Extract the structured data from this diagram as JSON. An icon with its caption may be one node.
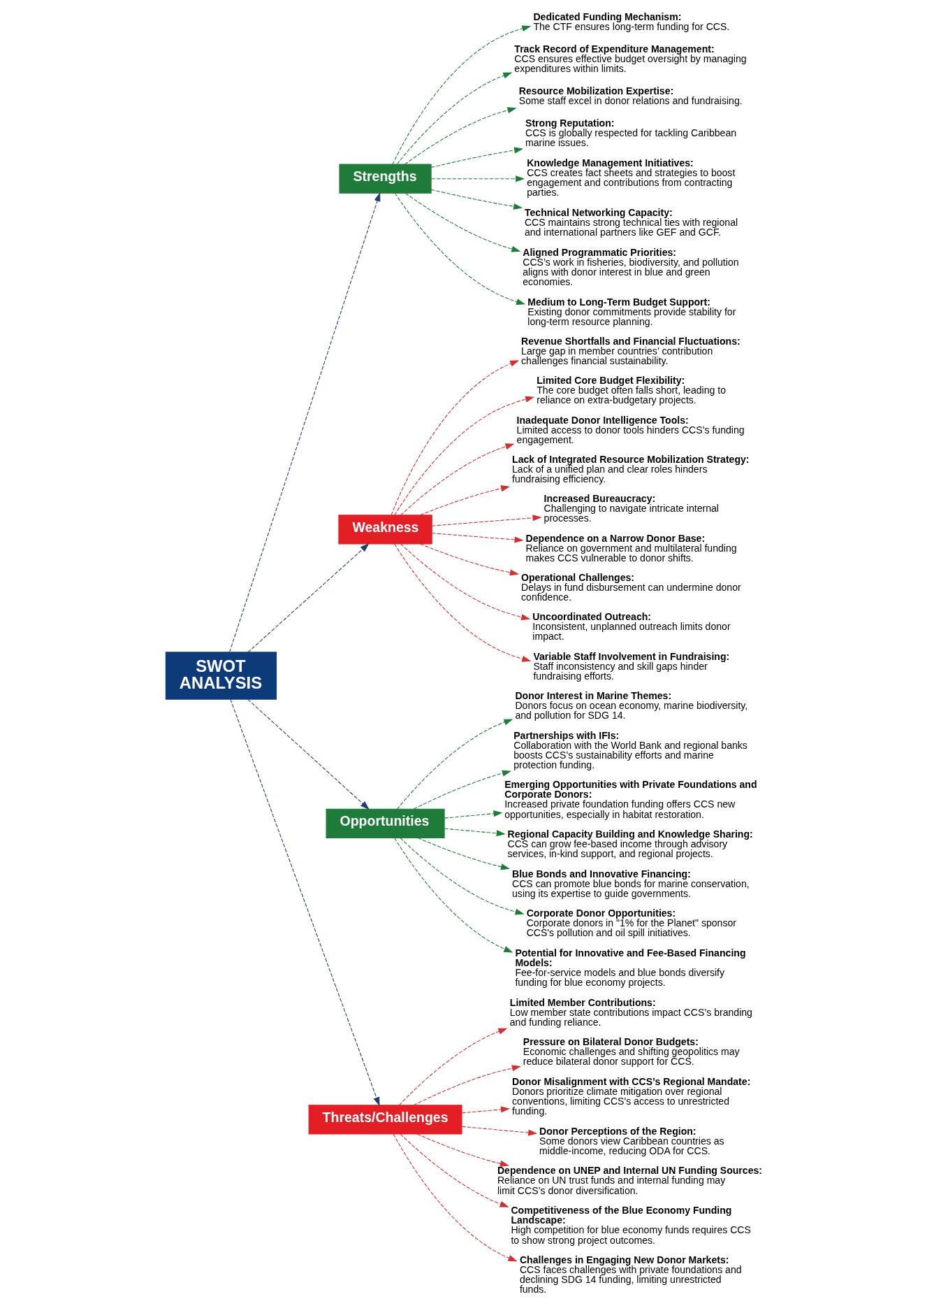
{
  "diagram": {
    "nodes": [
      {
        "text": [
          "Strengths"
        ]
      },
      {
        "text": [
          "Dedicated Funding Mechanism:",
          "The CTF ensures long-term funding for CCS."
        ]
      },
      {
        "text": [
          "Track Record of Expenditure Management:",
          "CCS ensures effective budget oversight by managing expenditures within limits."
        ]
      },
      {
        "text": [
          "Resource Mobilization Expertise:",
          "Some staff excel in donor relations and fundraising."
        ]
      },
      {
        "text": [
          "Strong Reputation:",
          "CCS is globally respected for tackling Caribbean marine issues."
        ]
      },
      {
        "text": [
          "Knowledge Management Initiatives:",
          "CCS creates fact sheets and strategies to boost engagement and contributions from contracting parties."
        ]
      },
      {
        "text": [
          "Technical Networking Capacity:",
          "CCS maintains strong technical ties with regional and international partners like GEF and GCF."
        ]
      },
      {
        "text": [
          "Aligned Programmatic Priorities:",
          "CCS’s work in fisheries, biodiversity, and pollution aligns with donor interest in blue and green economies."
        ]
      },
      {
        "text": [
          "Medium to Long-Term Budget Support:",
          "Existing donor commitments provide stability for long-term resource planning."
        ]
      },
      {
        "text": [
          "Weakness"
        ]
      },
      {
        "text": [
          "Revenue Shortfalls and Financial Fluctuations:",
          "Large gap in member countries’ contribution challenges financial sustainability."
        ]
      },
      {
        "text": [
          "Limited Core Budget Flexibility:",
          "The core budget often falls short, leading to reliance on extra-budgetary projects."
        ]
      },
      {
        "text": [
          "Inadequate Donor Intelligence Tools:",
          "Limited access to donor tools hinders CCS’s funding engagement."
        ]
      },
      {
        "text": [
          "Lack of Integrated Resource Mobilization Strategy:",
          "Lack of a unified plan and clear roles hinders fundraising efficiency."
        ]
      },
      {
        "text": [
          "Increased Bureaucracy:",
          "Challenging to navigate intricate internal processes."
        ]
      },
      {
        "text": [
          "Dependence on a Narrow Donor Base:",
          "Reliance on government and multilateral funding makes CCS vulnerable to donor shifts."
        ]
      },
      {
        "text": [
          "Operational Challenges:",
          "Delays in fund disbursement can undermine donor confidence."
        ]
      },
      {
        "text": [
          "Uncoordinated Outreach:",
          "Inconsistent, unplanned outreach limits donor impact."
        ]
      },
      {
        "text": [
          "Variable Staff Involvement in Fundraising:",
          "Staff inconsistency and skill gaps hinder fundraising efforts."
        ]
      },
      {
        "text": [
          "SWOT ANALYSIS"
        ]
      },
      {
        "text": [
          "Opportunities"
        ]
      },
      {
        "text": [
          "Donor Interest in Marine Themes:",
          "Donors focus on ocean economy, marine biodiversity, and pollution for SDG 14."
        ]
      },
      {
        "text": [
          "Partnerships with IFIs:",
          "Collaboration with the World Bank and regional banks boosts CCS’s sustainability efforts and marine protection funding."
        ]
      },
      {
        "text": [
          "Emerging Opportunities with Private Foundations and Corporate Donors:",
          "Increased private foundation funding offers CCS new opportunities, especially in habitat restoration."
        ]
      },
      {
        "text": [
          "Regional Capacity Building and Knowledge Sharing:",
          "CCS can grow fee-based income through advisory services, in-kind support, and regional projects."
        ]
      },
      {
        "text": [
          "Blue Bonds and Innovative Financing:",
          "CCS can promote blue bonds for marine conservation, using its expertise to guide governments."
        ]
      },
      {
        "text": [
          "Corporate Donor Opportunities:",
          "Corporate donors in \"1% for the Planet\" sponsor CCS's pollution and oil spill initiatives."
        ]
      },
      {
        "text": [
          "Potential for Innovative and Fee-Based Financing Models:",
          "Fee-for-service models and blue bonds diversify funding for blue economy projects."
        ]
      },
      {
        "text": [
          "Threats/Challenges"
        ]
      },
      {
        "text": [
          "Limited Member Contributions:",
          "Low member state contributions impact CCS’s branding and funding reliance."
        ]
      },
      {
        "text": [
          "Pressure on Bilateral Donor Budgets:",
          "Economic challenges and shifting geopolitics may reduce bilateral donor support for CCS."
        ]
      },
      {
        "text": [
          "Donor Misalignment with CCS’s Regional Mandate:",
          "Donors prioritize climate mitigation over regional conventions, limiting CCS's access to unrestricted funding."
        ]
      },
      {
        "text": [
          "Donor Perceptions of the Region:",
          "Some donors view Caribbean countries as middle-income, reducing ODA for CCS."
        ]
      },
      {
        "text": [
          "Dependence on UNEP and Internal UN Funding Sources:",
          "Reliance on UN trust funds and internal funding may limit CCS’s donor diversification."
        ]
      },
      {
        "text": [
          "Competitiveness of the Blue Economy Funding Landscape:",
          "High competition for blue economy funds requires CCS to show strong project outcomes."
        ]
      },
      {
        "text": [
          "Challenges in Engaging New Donor Markets:",
          "CCS faces challenges with private foundations and declining SDG 14 funding, limiting unrestricted funds."
        ]
      }
    ],
    "edges": [
      {
        "from": 19,
        "to": 0,
        "arrow": "to",
        "style": "dashed",
        "color": "#1f3f73"
      },
      {
        "from": 0,
        "to": 1,
        "arrow": "to",
        "style": "dashed",
        "color": "#1e7b3a"
      },
      {
        "from": 0,
        "to": 2,
        "arrow": "to",
        "style": "dashed",
        "color": "#1e7b3a"
      },
      {
        "from": 0,
        "to": 3,
        "arrow": "to",
        "style": "dashed",
        "color": "#1e7b3a"
      },
      {
        "from": 0,
        "to": 4,
        "arrow": "to",
        "style": "dashed",
        "color": "#1e7b3a"
      },
      {
        "from": 0,
        "to": 5,
        "arrow": "to",
        "style": "dashed",
        "color": "#1e7b3a"
      },
      {
        "from": 0,
        "to": 6,
        "arrow": "to",
        "style": "dashed",
        "color": "#1e7b3a"
      },
      {
        "from": 0,
        "to": 7,
        "arrow": "to",
        "style": "dashed",
        "color": "#1e7b3a"
      },
      {
        "from": 0,
        "to": 8,
        "arrow": "to",
        "style": "dashed",
        "color": "#1e7b3a"
      },
      {
        "from": 19,
        "to": 9,
        "arrow": "to",
        "style": "dashed",
        "color": "#1f3f73"
      },
      {
        "from": 9,
        "to": 10,
        "arrow": "to",
        "style": "dashed",
        "color": "#d32f2f"
      },
      {
        "from": 9,
        "to": 11,
        "arrow": "to",
        "style": "dashed",
        "color": "#d32f2f"
      },
      {
        "from": 9,
        "to": 12,
        "arrow": "to",
        "style": "dashed",
        "color": "#d32f2f"
      },
      {
        "from": 9,
        "to": 13,
        "arrow": "to",
        "style": "dashed",
        "color": "#d32f2f"
      },
      {
        "from": 9,
        "to": 14,
        "arrow": "to",
        "style": "dashed",
        "color": "#d32f2f"
      },
      {
        "from": 9,
        "to": 15,
        "arrow": "to",
        "style": "dashed",
        "color": "#d32f2f"
      },
      {
        "from": 9,
        "to": 16,
        "arrow": "to",
        "style": "dashed",
        "color": "#d32f2f"
      },
      {
        "from": 9,
        "to": 17,
        "arrow": "to",
        "style": "dashed",
        "color": "#d32f2f"
      },
      {
        "from": 9,
        "to": 18,
        "arrow": "to",
        "style": "dashed",
        "color": "#d32f2f"
      },
      {
        "from": 19,
        "to": 20,
        "arrow": "to",
        "style": "dashed",
        "color": "#1f3f73"
      },
      {
        "from": 20,
        "to": 21,
        "arrow": "to",
        "style": "dashed",
        "color": "#1e7b3a"
      },
      {
        "from": 20,
        "to": 22,
        "arrow": "to",
        "style": "dashed",
        "color": "#1e7b3a"
      },
      {
        "from": 20,
        "to": 23,
        "arrow": "to",
        "style": "dashed",
        "color": "#1e7b3a"
      },
      {
        "from": 20,
        "to": 24,
        "arrow": "to",
        "style": "dashed",
        "color": "#1e7b3a"
      },
      {
        "from": 20,
        "to": 25,
        "arrow": "to",
        "style": "dashed",
        "color": "#1e7b3a"
      },
      {
        "from": 20,
        "to": 26,
        "arrow": "to",
        "style": "dashed",
        "color": "#1e7b3a"
      },
      {
        "from": 20,
        "to": 27,
        "arrow": "to",
        "style": "dashed",
        "color": "#1e7b3a"
      },
      {
        "from": 19,
        "to": 28,
        "arrow": "to",
        "style": "dashed",
        "color": "#1f3f73"
      },
      {
        "from": 28,
        "to": 29,
        "arrow": "to",
        "style": "dashed",
        "color": "#d32f2f"
      },
      {
        "from": 28,
        "to": 30,
        "arrow": "to",
        "style": "dashed",
        "color": "#d32f2f"
      },
      {
        "from": 28,
        "to": 31,
        "arrow": "to",
        "style": "dashed",
        "color": "#d32f2f"
      },
      {
        "from": 28,
        "to": 32,
        "arrow": "to",
        "style": "dashed",
        "color": "#d32f2f"
      },
      {
        "from": 28,
        "to": 33,
        "arrow": "to",
        "style": "dashed",
        "color": "#d32f2f"
      },
      {
        "from": 28,
        "to": 34,
        "arrow": "to",
        "style": "dashed",
        "color": "#d32f2f"
      },
      {
        "from": 28,
        "to": 35,
        "arrow": "to",
        "style": "dashed",
        "color": "#d32f2f"
      }
    ]
  }
}
